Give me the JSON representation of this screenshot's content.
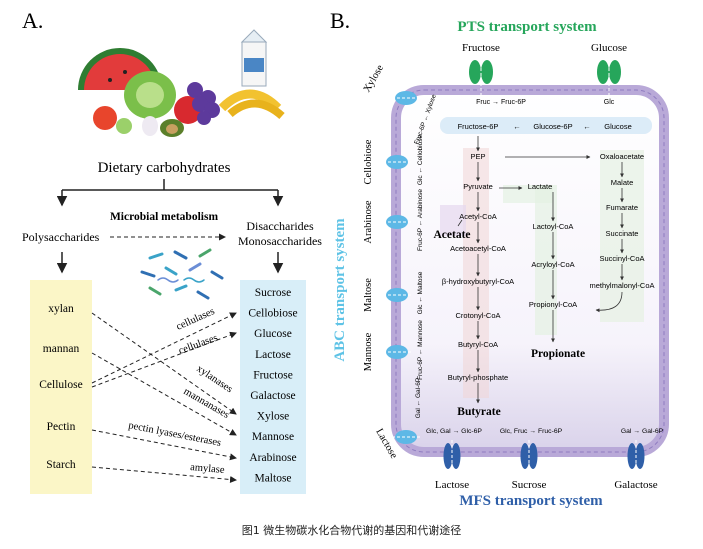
{
  "caption": "图1  微生物碳水化合物代谢的基因和代谢途径",
  "panel_a": {
    "label": "A.",
    "dietary": "Dietary carbohydrates",
    "microbial": "Microbial metabolism",
    "poly": "Polysaccharides",
    "di": "Disaccharides",
    "mono": "Monosaccharides",
    "left_items": [
      "xylan",
      "mannan",
      "Cellulose",
      "Pectin",
      "Starch"
    ],
    "right_items": [
      "Sucrose",
      "Cellobiose",
      "Glucose",
      "Lactose",
      "Fructose",
      "Galactose",
      "Xylose",
      "Mannose",
      "Arabinose",
      "Maltose"
    ],
    "enzymes": [
      "cellulases",
      "cellulases",
      "xylanases",
      "mannanases",
      "pectin lyases/esterases",
      "amylase"
    ]
  },
  "panel_b": {
    "label": "B.",
    "pts": "PTS  transport  system",
    "abc": "ABC  transport  system",
    "mfs": "MFS  transport  system",
    "top_sugars": [
      "Fructose",
      "Glucose"
    ],
    "top_reactions": [
      "Fruc → Fruc-6P",
      "Glc"
    ],
    "left_sugars": [
      "Xylose",
      "Cellobiose",
      "Arabinose",
      "Maltose",
      "Mannose",
      "Lactose"
    ],
    "left_reactions": [
      "Fruc-6P ← Xylose",
      "Glc ← Cellobiose",
      "Fruc-6P ← Arabinose",
      "Glc ← Maltose",
      "Fruc-6P ← Mannose",
      "Gal ← Gal-6P"
    ],
    "bottom_sugars": [
      "Lactose",
      "Sucrose",
      "Galactose"
    ],
    "bottom_reactions": [
      "Glc, Gal → Glc-6P",
      "Glc, Fruc → Fruc-6P",
      "Gal → Gal-6P"
    ],
    "top_row": [
      "Fructose-6P",
      "←",
      "Glucose-6P",
      "←",
      "Glucose"
    ],
    "main_path": [
      "PEP",
      "Pyruvate",
      "Acetyl-CoA",
      "Acetoacetyl-CoA",
      "β-hydroxybutyryl-CoA",
      "Crotonyl-CoA",
      "Butyryl-CoA",
      "Butyryl-phosphate"
    ],
    "lactate_path": [
      "Lactate",
      "Lactoyl-CoA",
      "Acryloyl-CoA",
      "Propionyl-CoA"
    ],
    "oxa_path": [
      "Oxaloacetate",
      "Malate",
      "Fumarate",
      "Succinate",
      "Succinyl-CoA",
      "methylmalonyl-CoA"
    ],
    "products": {
      "acetate": "Acetate",
      "propionate": "Propionate",
      "butyrate": "Butyrate"
    }
  }
}
